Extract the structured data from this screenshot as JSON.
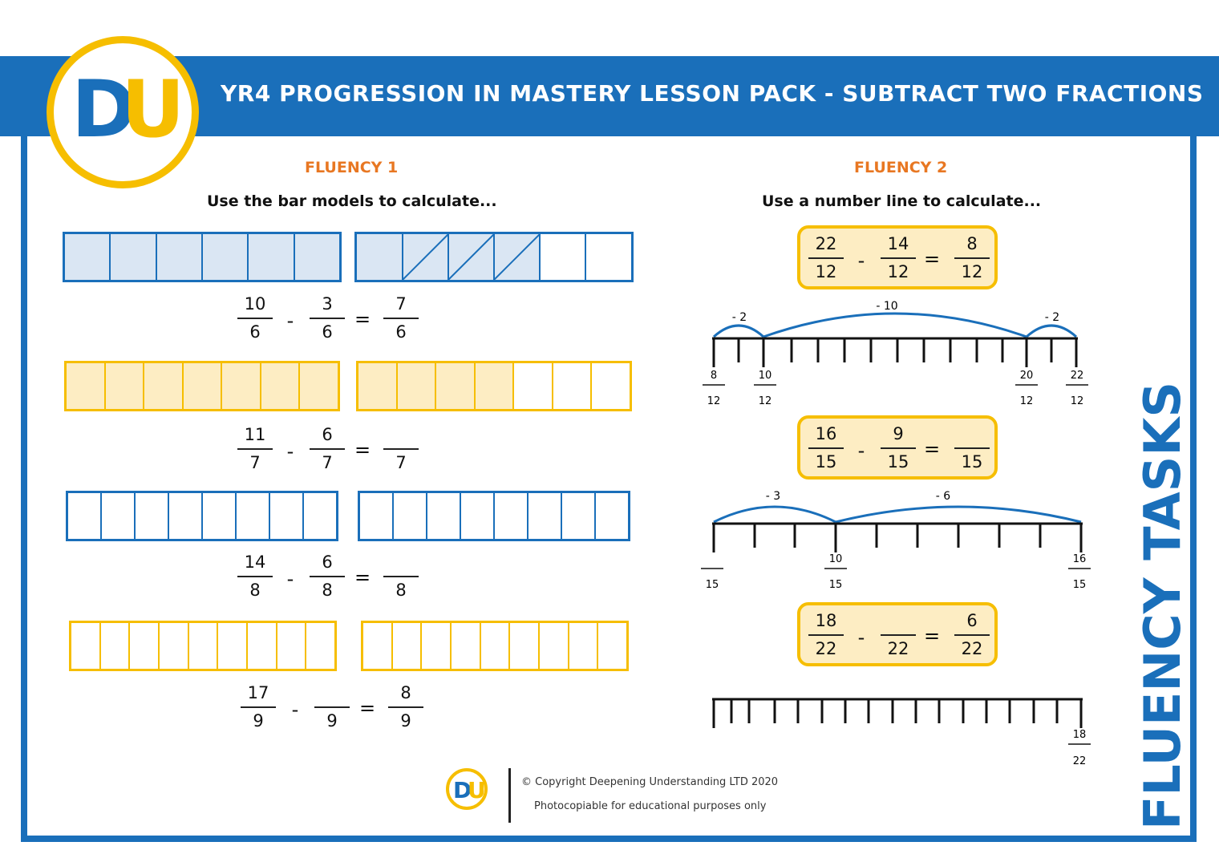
{
  "header": {
    "title": "YR4 PROGRESSION IN MASTERY LESSON PACK - SUBTRACT TWO FRACTIONS",
    "logo_text": "DU"
  },
  "colors": {
    "blue": "#1a6fba",
    "gold": "#f6be00",
    "orange": "#e87722",
    "light_blue": "#dae6f3",
    "light_gold": "#fdedc3"
  },
  "fluency1": {
    "heading": "FLUENCY 1",
    "instruction": "Use the bar models to calculate...",
    "problems": [
      {
        "a": {
          "n": "10",
          "d": "6"
        },
        "minus": "-",
        "b": {
          "n": "3",
          "d": "6"
        },
        "equals": "=",
        "c": {
          "n": "7",
          "d": "6"
        }
      },
      {
        "a": {
          "n": "11",
          "d": "7"
        },
        "minus": "-",
        "b": {
          "n": "6",
          "d": "7"
        },
        "equals": "=",
        "c": {
          "n": "",
          "d": "7"
        }
      },
      {
        "a": {
          "n": "14",
          "d": "8"
        },
        "minus": "-",
        "b": {
          "n": "6",
          "d": "8"
        },
        "equals": "=",
        "c": {
          "n": "",
          "d": "8"
        }
      },
      {
        "a": {
          "n": "17",
          "d": "9"
        },
        "minus": "-",
        "b": {
          "n": "",
          "d": "9"
        },
        "equals": "=",
        "c": {
          "n": "8",
          "d": "9"
        }
      }
    ]
  },
  "fluency2": {
    "heading": "FLUENCY 2",
    "instruction": "Use a number line to calculate...",
    "problems": [
      {
        "a": {
          "n": "22",
          "d": "12"
        },
        "minus": "-",
        "b": {
          "n": "14",
          "d": "12"
        },
        "equals": "=",
        "c": {
          "n": "8",
          "d": "12"
        }
      },
      {
        "a": {
          "n": "16",
          "d": "15"
        },
        "minus": "-",
        "b": {
          "n": "9",
          "d": "15"
        },
        "equals": "=",
        "c": {
          "n": "",
          "d": "15"
        }
      },
      {
        "a": {
          "n": "18",
          "d": "22"
        },
        "minus": "-",
        "b": {
          "n": "",
          "d": "22"
        },
        "equals": "=",
        "c": {
          "n": "6",
          "d": "22"
        }
      }
    ],
    "line1": {
      "jumps": [
        "- 2",
        "- 10",
        "- 2"
      ],
      "labels": [
        {
          "n": "8",
          "d": "12"
        },
        {
          "n": "10",
          "d": "12"
        },
        {
          "n": "20",
          "d": "12"
        },
        {
          "n": "22",
          "d": "12"
        }
      ]
    },
    "line2": {
      "jumps": [
        "- 3",
        "- 6"
      ],
      "labels": [
        {
          "n": "",
          "d": "15"
        },
        {
          "n": "10",
          "d": "15"
        },
        {
          "n": "16",
          "d": "15"
        }
      ]
    },
    "line3": {
      "labels": [
        {
          "n": "18",
          "d": "22"
        }
      ]
    }
  },
  "side_title": "FLUENCY TASKS",
  "footer": {
    "copyright": "© Copyright Deepening Understanding LTD 2020",
    "note": "Photocopiable for educational purposes only"
  }
}
